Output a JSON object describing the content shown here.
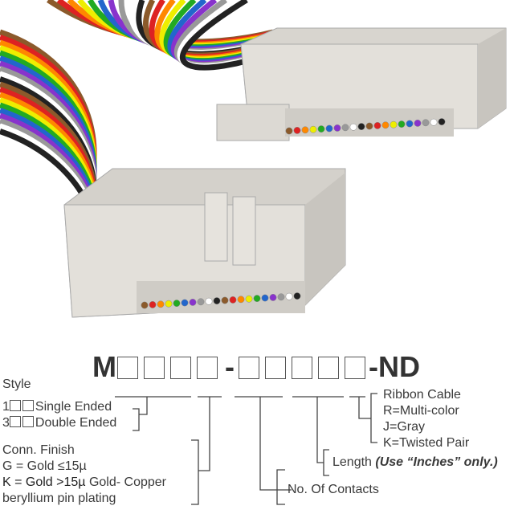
{
  "part_number": {
    "prefix": "M",
    "dash": "-",
    "suffix": "-ND"
  },
  "style": {
    "title": "Style",
    "opt1_code": "1",
    "opt1_label": "Single Ended",
    "opt3_code": "3",
    "opt3_label": "Double Ended"
  },
  "finish": {
    "title": "Conn. Finish",
    "g": "G = Gold ≤15µ",
    "k_bold": "K = Gold >15µ",
    "k_rest": " Gold- Copper",
    "k_line2": "beryllium pin plating"
  },
  "contacts": {
    "label": "No. Of Contacts"
  },
  "length": {
    "label": "Length ",
    "note": "(Use “Inches” only.)"
  },
  "cable": {
    "title": "Ribbon Cable",
    "r": "R=Multi-color",
    "j": "J=Gray",
    "k": "K=Twisted Pair"
  },
  "colors": {
    "wires": [
      "#8b5a2b",
      "#d22",
      "#f80",
      "#ee0",
      "#2a2",
      "#26c",
      "#83c",
      "#999",
      "#fff",
      "#222"
    ],
    "housing": "#dedbd5"
  }
}
